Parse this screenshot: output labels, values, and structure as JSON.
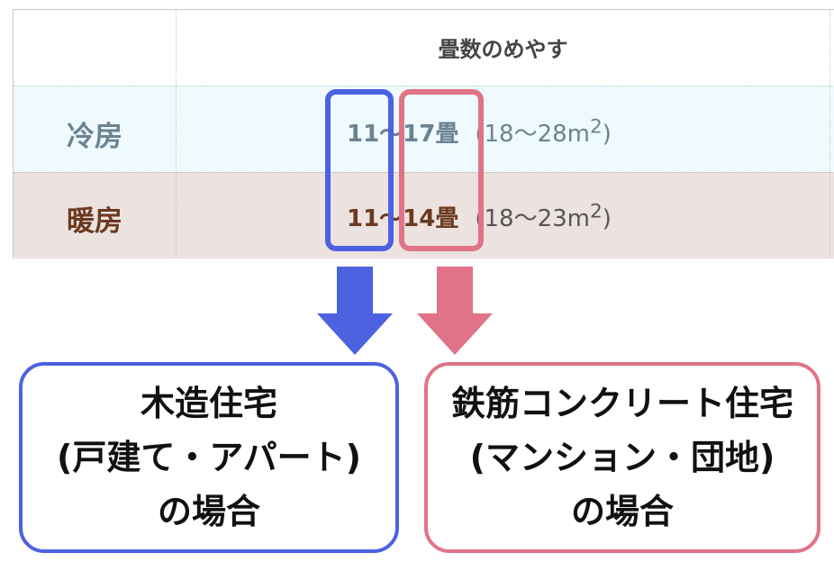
{
  "table": {
    "header": "畳数のめやす",
    "rows": [
      {
        "label": "冷房",
        "range": "11～17畳",
        "area_prefix": "(18～28m",
        "area_sup": "2",
        "area_suffix": ")"
      },
      {
        "label": "暖房",
        "range": "11～14畳",
        "area_prefix": "(18～23m",
        "area_sup": "2",
        "area_suffix": ")"
      }
    ]
  },
  "boxes": {
    "wood": {
      "line1": "木造住宅",
      "line2": "(戸建て・アパート)",
      "line3": "の場合"
    },
    "rc": {
      "line1": "鉄筋コンクリート住宅",
      "line2": "(マンション・団地)",
      "line3": "の場合"
    }
  },
  "colors": {
    "blue": "#4d62e0",
    "pink": "#e07387",
    "cool_row": "#eefafd",
    "heat_row": "#ece2e0"
  }
}
